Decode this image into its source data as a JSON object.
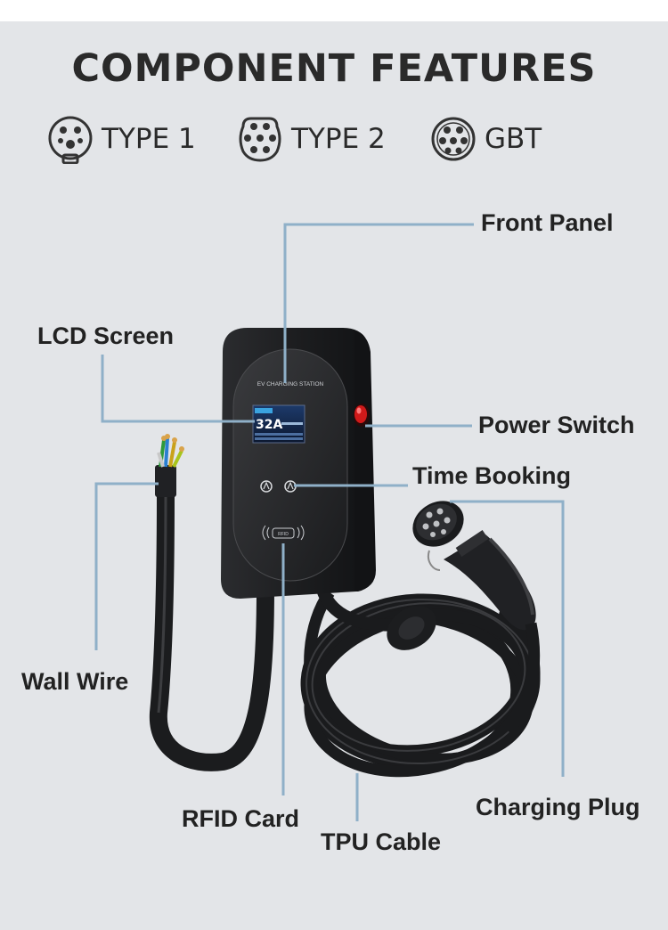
{
  "title": "COMPONENT FEATURES",
  "connectors": [
    {
      "label": "TYPE 1",
      "icon": "type1-plug-icon"
    },
    {
      "label": "TYPE 2",
      "icon": "type2-plug-icon"
    },
    {
      "label": "GBT",
      "icon": "gbt-plug-icon"
    }
  ],
  "callouts": {
    "front_panel": "Front Panel",
    "lcd_screen": "LCD Screen",
    "power_switch": "Power Switch",
    "time_booking": "Time Booking",
    "wall_wire": "Wall Wire",
    "charging_plug": "Charging Plug",
    "rfid_card": "RFID Card",
    "tpu_cable": "TPU Cable"
  },
  "device": {
    "station_text": "EV CHARGING STATION",
    "current_reading": "32A",
    "rfid_text": "RFID"
  },
  "colors": {
    "background": "#e3e5e8",
    "leader_line": "#8fb0c8",
    "device_body": "#1e1f21",
    "switch": "#d01a1a"
  }
}
